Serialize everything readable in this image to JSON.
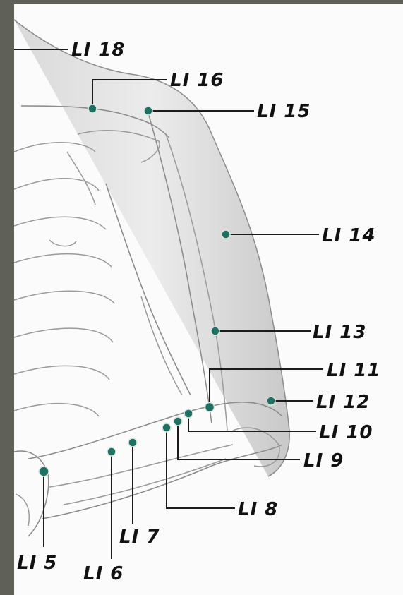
{
  "points": [
    {
      "id": "li18",
      "label": "LI 18"
    },
    {
      "id": "li16",
      "label": "LI 16"
    },
    {
      "id": "li15",
      "label": "LI 15"
    },
    {
      "id": "li14",
      "label": "LI 14"
    },
    {
      "id": "li13",
      "label": "LI 13"
    },
    {
      "id": "li11",
      "label": "LI 11"
    },
    {
      "id": "li12",
      "label": "LI 12"
    },
    {
      "id": "li10",
      "label": "LI 10"
    },
    {
      "id": "li9",
      "label": "LI 9"
    },
    {
      "id": "li8",
      "label": "LI 8"
    },
    {
      "id": "li7",
      "label": "LI 7"
    },
    {
      "id": "li5",
      "label": "LI 5"
    },
    {
      "id": "li6",
      "label": "LI 6"
    }
  ],
  "colors": {
    "frame": "#5f6158",
    "paper": "#fbfbfb",
    "acupoint": "#1f6f62",
    "leader": "#1b1b1b",
    "sketch": "#9a9a9a"
  }
}
